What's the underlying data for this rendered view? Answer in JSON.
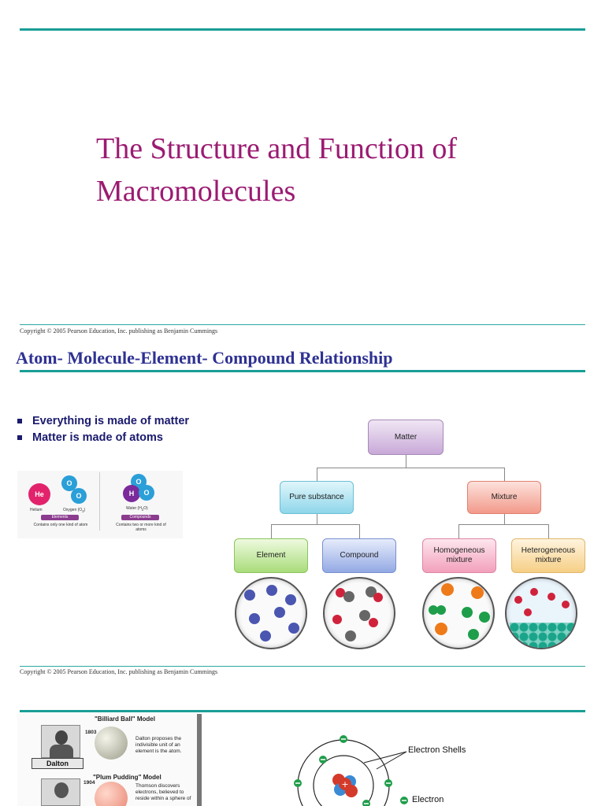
{
  "slide1": {
    "title_line1": "The Structure and Function of",
    "title_line2": "Macromolecules",
    "copyright": "Copyright © 2005 Pearson Education, Inc. publishing as Benjamin Cummings"
  },
  "slide2": {
    "title": "Atom- Molecule-Element- Compound Relationship",
    "bullets": [
      "Everything is made of matter",
      "Matter is made of atoms"
    ],
    "mini_figure": {
      "he_symbol": "He",
      "he_name": "Helium",
      "o_symbol": "O",
      "oxygen_name": "Oxygen (O",
      "oxygen_sub": "2",
      "h_symbol": "H",
      "water_name": "Water (H",
      "water_sub": "2",
      "water_end": "O)",
      "elements_label": "Elements",
      "elements_desc": "Contains only one kind of atom",
      "compounds_label": "Compounds",
      "compounds_desc": "Contains two or more kind of atoms"
    },
    "diagram": {
      "matter": "Matter",
      "pure": "Pure substance",
      "mixture": "Mixture",
      "element": "Element",
      "compound": "Compound",
      "homogeneous": "Homogeneous mixture",
      "heterogeneous": "Heterogeneous mixture"
    },
    "copyright": "Copyright © 2005 Pearson Education, Inc. publishing as Benjamin Cummings"
  },
  "slide3": {
    "billiard_title": "\"Billiard Ball\" Model",
    "billiard_year": "1803",
    "billiard_desc": "Dalton proposes the indivisible unit of an element is the atom.",
    "dalton": "Dalton",
    "plum_title": "\"Plum Pudding\" Model",
    "plum_year": "1904",
    "plum_desc": "Thomson discovers electrons, believed to reside within a sphere of",
    "electron_shells": "Electron Shells",
    "electron": "Electron"
  },
  "colors": {
    "teal": "#1a9e96",
    "title_magenta": "#9b1b72",
    "heading_blue": "#2e3192",
    "bullet_navy": "#1a1a6e"
  }
}
